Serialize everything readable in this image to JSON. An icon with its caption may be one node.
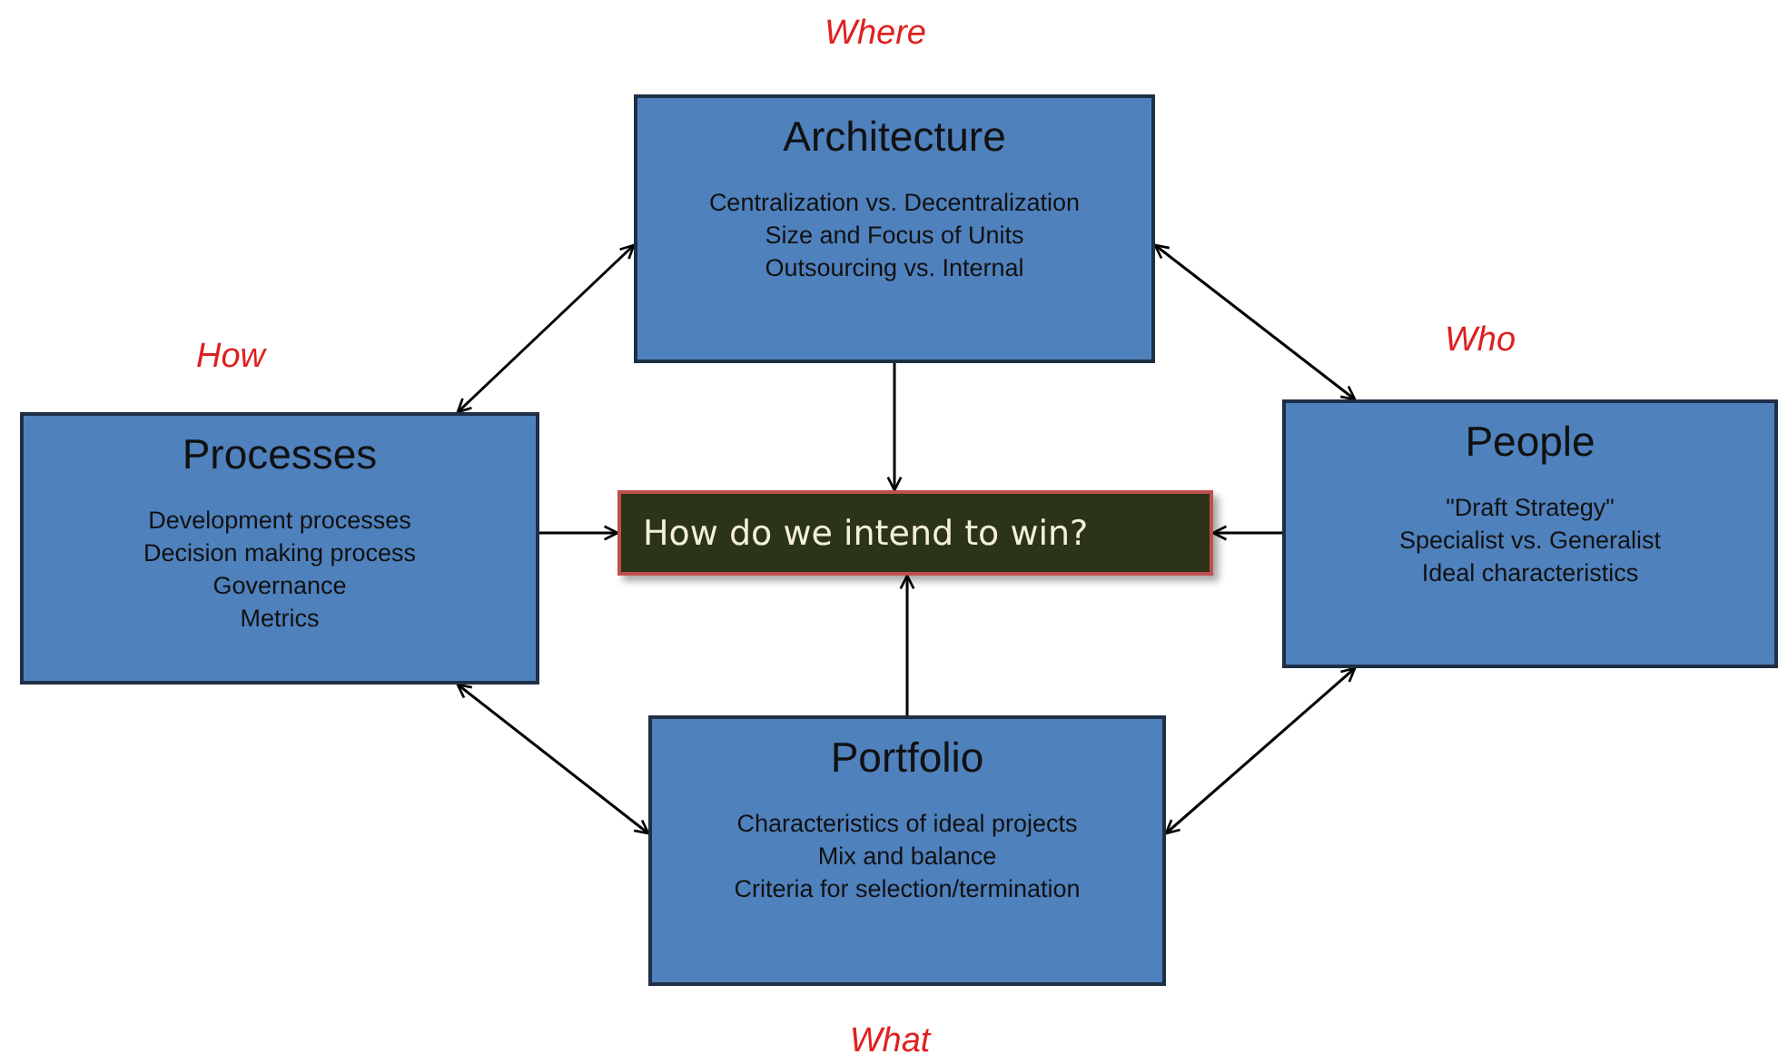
{
  "diagram": {
    "nodes": [
      {
        "text": [
          "Architecture",
          "Centralization vs. Decentralization",
          "Size and Focus of Units",
          "Outsourcing vs. Internal"
        ]
      },
      {
        "text": [
          "Processes",
          "Development processes",
          "Decision making process",
          "Governance",
          "Metrics"
        ]
      },
      {
        "text": [
          "How do we intend to win?"
        ]
      },
      {
        "text": [
          "People",
          "\"Draft Strategy\"",
          "Specialist vs. Generalist",
          "Ideal characteristics"
        ]
      },
      {
        "text": [
          "Portfolio",
          "Characteristics of ideal projects",
          "Mix and balance",
          "Criteria for selection/termination"
        ]
      }
    ],
    "edges": [
      {
        "from": 1,
        "to": 0,
        "arrow": "both"
      },
      {
        "from": 0,
        "to": 3,
        "arrow": "both"
      },
      {
        "from": 0,
        "to": 2,
        "arrow": "to"
      },
      {
        "from": 1,
        "to": 2,
        "arrow": "to"
      },
      {
        "from": 3,
        "to": 2,
        "arrow": "to"
      },
      {
        "from": 4,
        "to": 2,
        "arrow": "to"
      },
      {
        "from": 1,
        "to": 4,
        "arrow": "both"
      },
      {
        "from": 4,
        "to": 3,
        "arrow": "both"
      }
    ],
    "labels": [
      "Where",
      "How",
      "Who",
      "What"
    ]
  }
}
